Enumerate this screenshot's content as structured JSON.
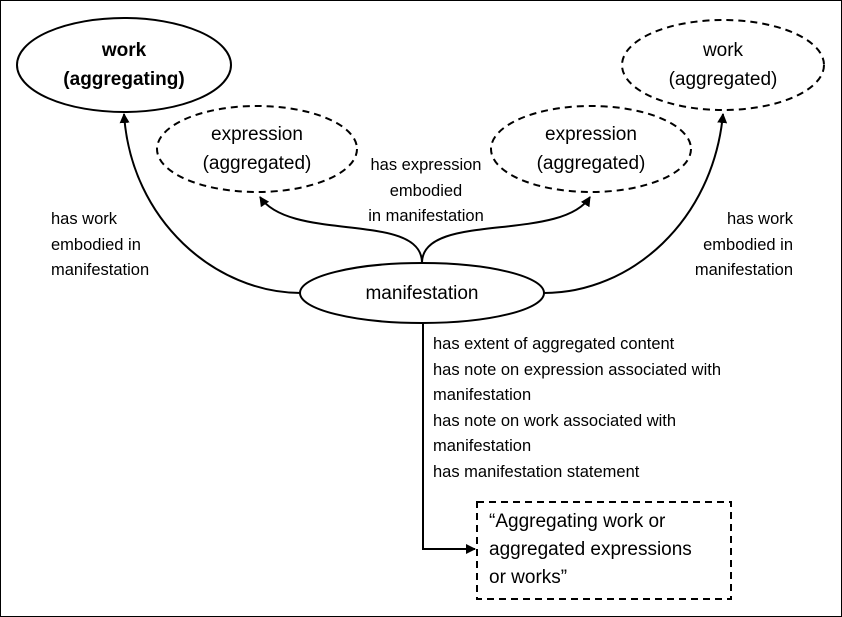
{
  "nodes": {
    "work_aggregating": [
      "work",
      "(aggregating)"
    ],
    "expression_left": [
      "expression",
      "(aggregated)"
    ],
    "expression_right": [
      "expression",
      "(aggregated)"
    ],
    "work_aggregated": [
      "work",
      "(aggregated)"
    ],
    "manifestation": "manifestation"
  },
  "edges": {
    "left_work": [
      "has work",
      "embodied in",
      "manifestation"
    ],
    "expression": [
      "has expression",
      "embodied",
      "in manifestation"
    ],
    "right_work": [
      "has work",
      "embodied in",
      "manifestation"
    ],
    "attributes": [
      "has extent of aggregated content",
      "has note on expression associated with",
      "manifestation",
      "has note on work associated with",
      "manifestation",
      "has manifestation statement"
    ]
  },
  "value_box": [
    "“Aggregating work or",
    "aggregated expressions",
    "or works”"
  ]
}
